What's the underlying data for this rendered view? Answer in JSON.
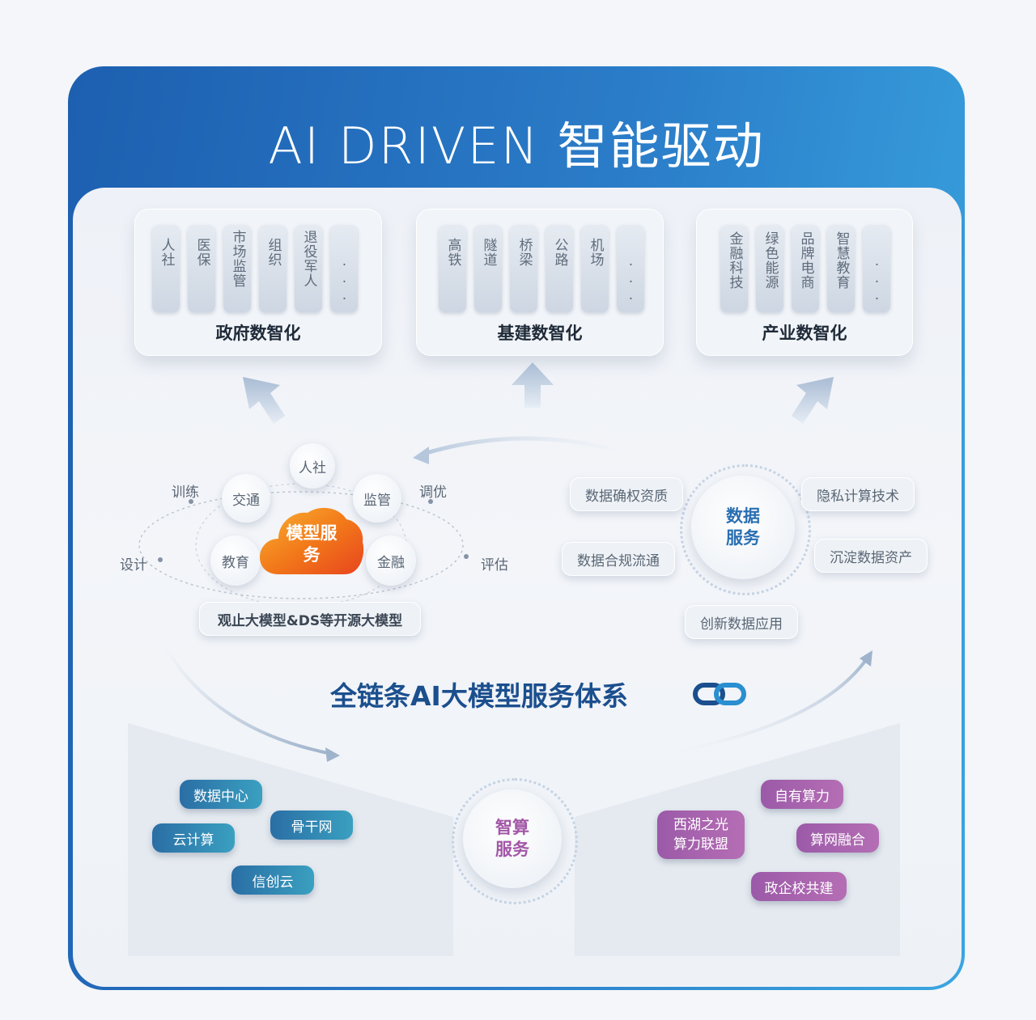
{
  "header": {
    "title": "AI DRIVEN  智能驱动"
  },
  "cards": [
    {
      "title": "政府数智化",
      "items": [
        "人社",
        "医保",
        "市场监管",
        "组织",
        "退役军人",
        "···"
      ]
    },
    {
      "title": "基建数智化",
      "items": [
        "高铁",
        "隧道",
        "桥梁",
        "公路",
        "机场",
        "···"
      ]
    },
    {
      "title": "产业数智化",
      "items": [
        "金融科技",
        "绿色能源",
        "品牌电商",
        "智慧教育",
        "···"
      ]
    }
  ],
  "model_service": {
    "title": "模型服务",
    "nodes": [
      "人社",
      "交通",
      "监管",
      "教育",
      "金融"
    ],
    "cycle": [
      "训练",
      "调优",
      "设计",
      "评估"
    ],
    "caption": "观止大模型&DS等开源大模型"
  },
  "data_service": {
    "title": "数据服务",
    "items": [
      "数据确权资质",
      "隐私计算技术",
      "数据合规流通",
      "沉淀数据资产",
      "创新数据应用"
    ]
  },
  "system_title": "全链条AI大模型服务体系",
  "compute_service": {
    "title": "智算服务",
    "left": [
      "数据中心",
      "骨干网",
      "云计算",
      "信创云"
    ],
    "right": [
      "自有算力",
      "西湖之光算力联盟",
      "算网融合",
      "政企校共建"
    ]
  },
  "colors": {
    "frame": "#2b7dc9",
    "data_service": "#2a6fb2",
    "compute_service": "#a257a6",
    "model_cloud": "#f07a1a"
  },
  "icons": [
    "link-icon",
    "cloud-icon",
    "arrow-up-icon"
  ]
}
